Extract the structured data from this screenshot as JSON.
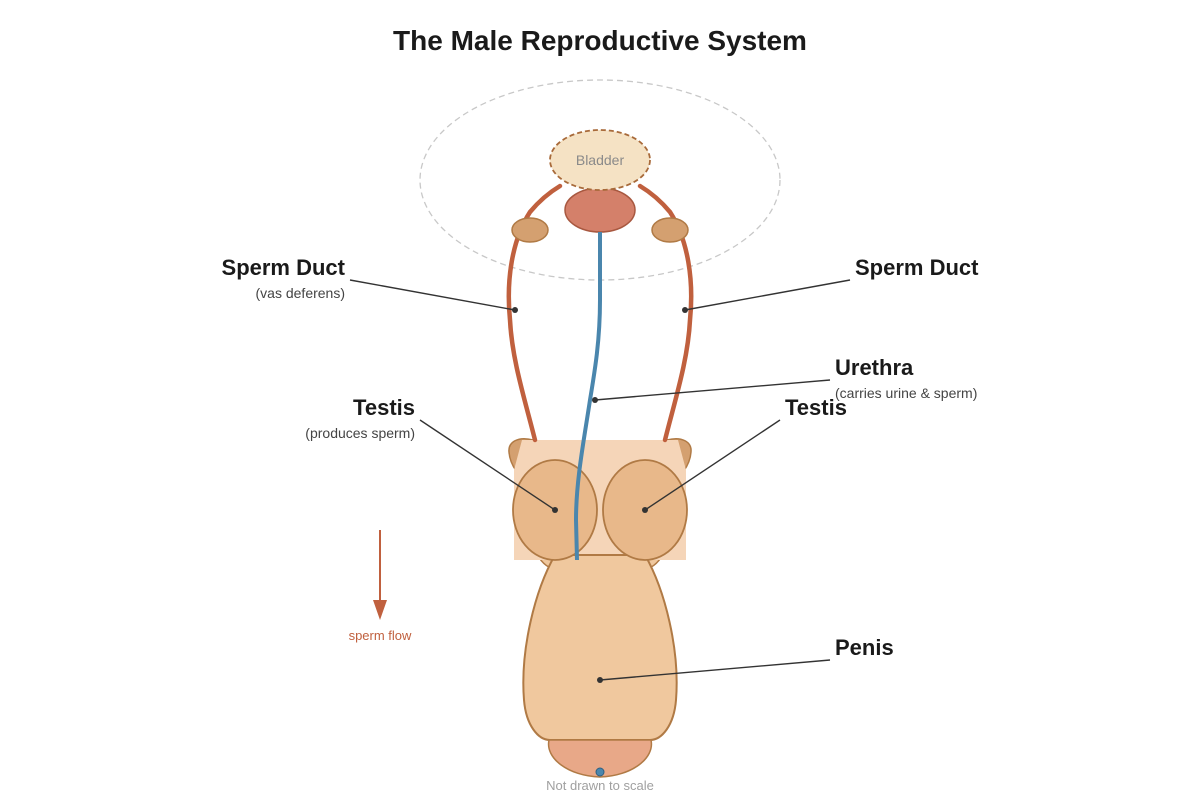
{
  "title": "The Male Reproductive System",
  "organs": {
    "bladder": "Bladder"
  },
  "labels": {
    "sperm_duct_left": {
      "main": "Sperm Duct",
      "sub": "(vas deferens)"
    },
    "sperm_duct_right": {
      "main": "Sperm Duct"
    },
    "urethra": {
      "main": "Urethra",
      "sub": "(carries urine & sperm)"
    },
    "testis_left": {
      "main": "Testis",
      "sub": "(produces sperm)"
    },
    "testis_right": {
      "main": "Testis"
    },
    "penis": {
      "main": "Penis"
    }
  },
  "flow": {
    "label": "sperm flow"
  },
  "note": "Not drawn to scale",
  "colors": {
    "duct": "#c0603e",
    "urethra": "#4a86ad",
    "skin": "#f0c89e",
    "testis": "#e8b88a",
    "outline": "#b07a45",
    "prostate": "#d4806a",
    "glans": "#e8a888",
    "bladder_fill": "#f5e2c4",
    "seminal_vesicle": "#d4a070",
    "scrotum_shade": "#f5d5b8",
    "flow": "#c0603e"
  }
}
